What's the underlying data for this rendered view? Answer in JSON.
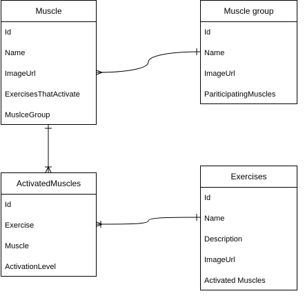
{
  "entities": {
    "muscle": {
      "title": "Muscle",
      "fields": [
        "Id",
        "Name",
        "ImageUrl",
        "ExercisesThatActivate",
        "MuslceGroup"
      ]
    },
    "muscle_group": {
      "title": "Muscle group",
      "fields": [
        "Id",
        "Name",
        "ImageUrl",
        "PariticipatingMuscles"
      ]
    },
    "activated_muscles": {
      "title": "ActivatedMuscles",
      "fields": [
        "Id",
        "Exercise",
        "Muscle",
        "ActivationLevel"
      ]
    },
    "exercises": {
      "title": "Exercises",
      "fields": [
        "Id",
        "Name",
        "Description",
        "ImageUrl",
        "Activated Muscles"
      ]
    }
  },
  "relationships": [
    {
      "from": "Muscle.ImageUrl",
      "to": "Muscle group.Name",
      "from_end": "many",
      "to_end": "one"
    },
    {
      "from": "Muscle",
      "to": "ActivatedMuscles",
      "from_end": "one",
      "to_end": "many"
    },
    {
      "from": "ActivatedMuscles.Exercise",
      "to": "Exercises.Name",
      "from_end": "many",
      "to_end": "one"
    }
  ],
  "colors": {
    "line": "#000000",
    "background": "#ffffff"
  }
}
